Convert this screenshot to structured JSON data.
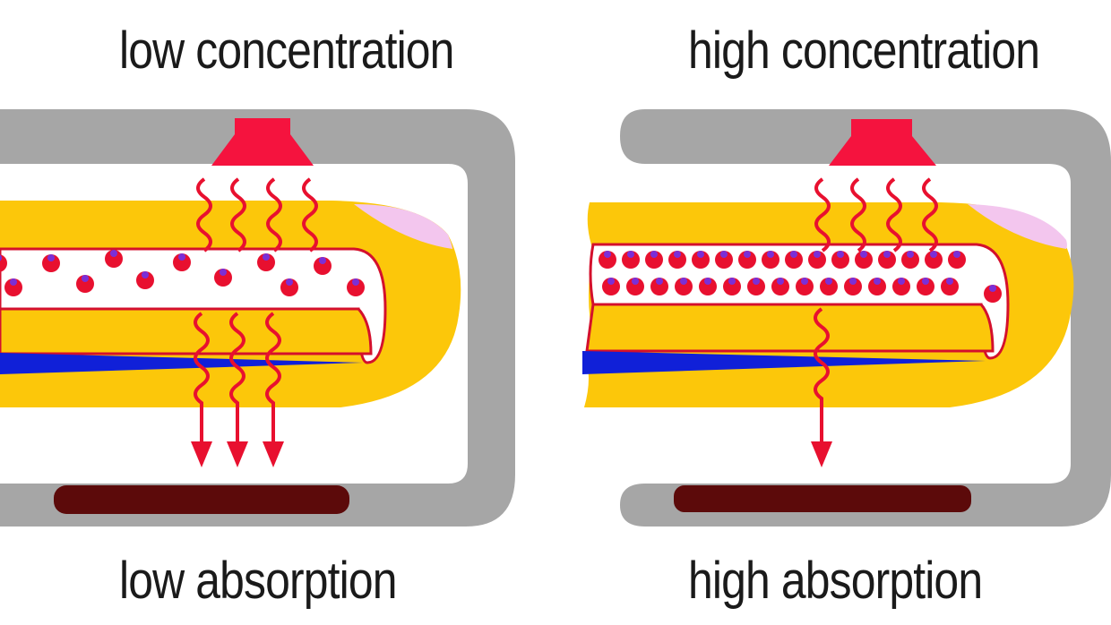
{
  "panels": [
    {
      "id": "low",
      "title": "low concentration",
      "caption": "low absorption"
    },
    {
      "id": "high",
      "title": "high concentration",
      "caption": "high absorption"
    }
  ],
  "colors": {
    "clip_housing": "#a6a6a6",
    "light_emitter": "#f5133e",
    "light_detector": "#5c0a0a",
    "finger_tissue": "#fcc70a",
    "fingernail": "#f3c6ee",
    "blood_vessel_outline": "#d4102c",
    "red_blood_cell": "#e8102f",
    "hemoglobin_marker": "#7b2fd6",
    "bone": "#1020d8",
    "light_wave": "#e8102f"
  }
}
